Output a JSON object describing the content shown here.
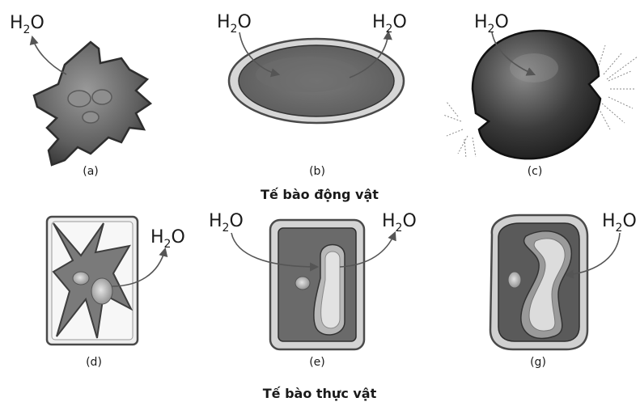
{
  "h2o": {
    "base": "H",
    "subscript": "2",
    "suffix": "O"
  },
  "panel_labels": {
    "a": "(a)",
    "b": "(b)",
    "c": "(c)",
    "d": "(d)",
    "e": "(e)",
    "g": "(g)"
  },
  "section_titles": {
    "animal": "Tế bào động vật",
    "plant": "Tế bào thực vật"
  }
}
